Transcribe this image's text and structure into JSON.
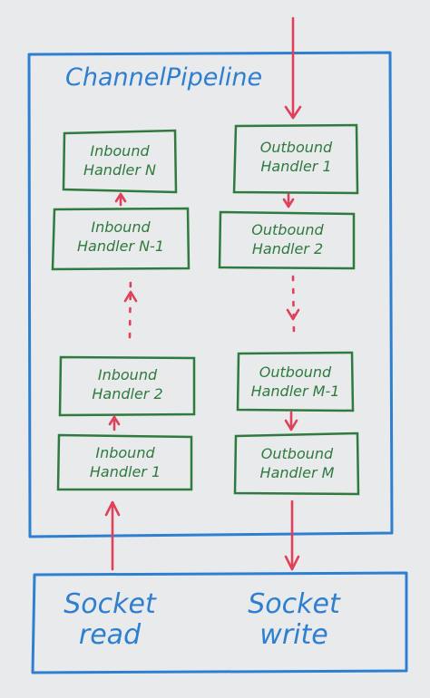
{
  "diagram": {
    "pipeline_label": "ChannelPipeline",
    "inbound_handlers": [
      {
        "line1": "Inbound",
        "line2": "Handler N"
      },
      {
        "line1": "Inbound",
        "line2": "Handler N-1"
      },
      {
        "line1": "Inbound",
        "line2": "Handler 2"
      },
      {
        "line1": "Inbound",
        "line2": "Handler 1"
      }
    ],
    "outbound_handlers": [
      {
        "line1": "Outbound",
        "line2": "Handler 1"
      },
      {
        "line1": "Outbound",
        "line2": "Handler 2"
      },
      {
        "line1": "Outbound",
        "line2": "Handler M-1"
      },
      {
        "line1": "Outbound",
        "line2": "Handler M"
      }
    ],
    "socket": {
      "read_line1": "Socket",
      "read_line2": "read",
      "write_line1": "Socket",
      "write_line2": "write"
    },
    "colors": {
      "pipeline_border": "#2f7fd0",
      "handler_border": "#2f7a3f",
      "arrow": "#e0405a",
      "background": "#e9eaec"
    }
  }
}
